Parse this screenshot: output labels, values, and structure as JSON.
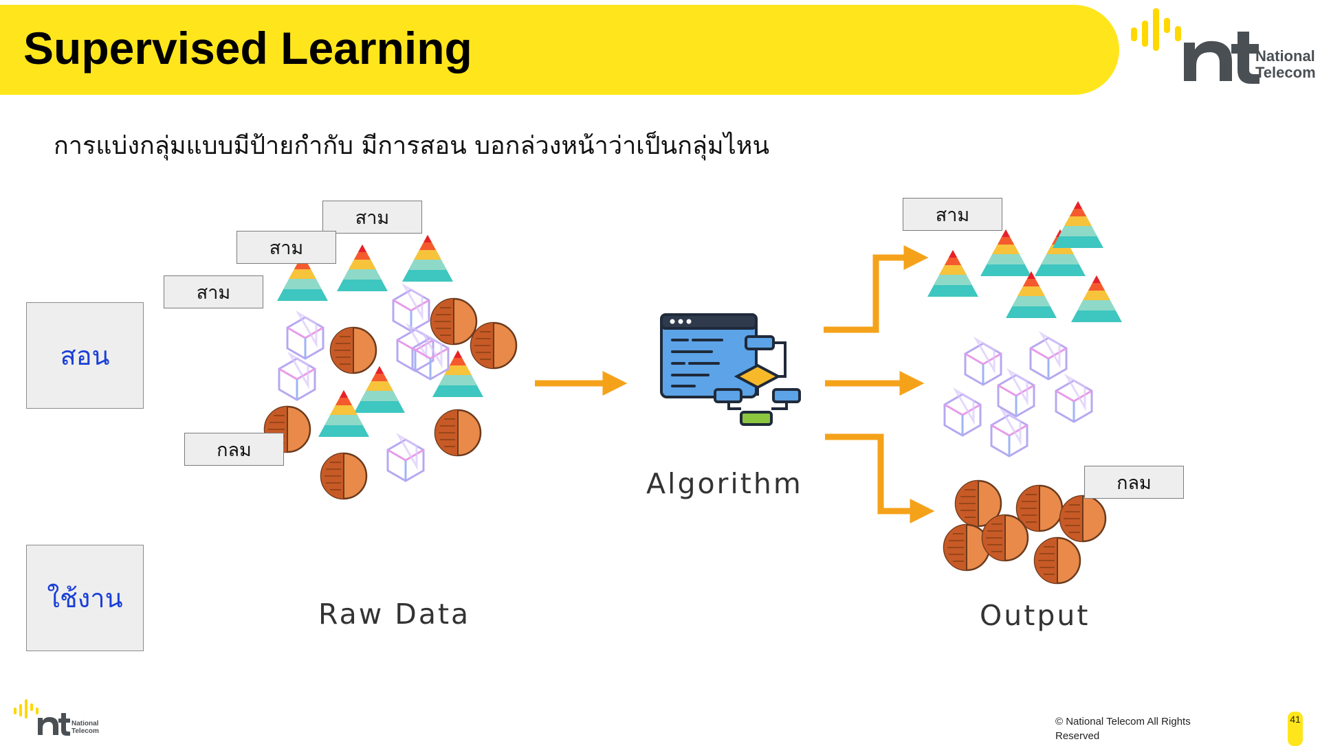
{
  "header": {
    "title": "Supervised Learning"
  },
  "logo": {
    "line1": "National",
    "line2": "Telecom"
  },
  "subtitle": "การแบ่งกลุ่มแบบมีป้ายกำกับ มีการสอน บอกล่วงหน้าว่าเป็นกลุ่มไหน",
  "side_labels": {
    "teach": "สอน",
    "use": "ใช้งาน"
  },
  "tags": {
    "triangle": "สาม",
    "circle": "กลม"
  },
  "captions": {
    "raw_data": "Raw Data",
    "algorithm": "Algorithm",
    "output": "Output"
  },
  "footer": {
    "copyright": "© National Telecom All Rights Reserved",
    "page": "41"
  },
  "colors": {
    "accent_yellow": "#ffe61c",
    "arrow_orange": "#f5a21b",
    "label_blue": "#1a3fd6",
    "brand_gray": "#4a4f54"
  },
  "icons": [
    "triangle-icon",
    "cube-icon",
    "coin-icon",
    "algorithm-icon",
    "arrow-icon"
  ]
}
